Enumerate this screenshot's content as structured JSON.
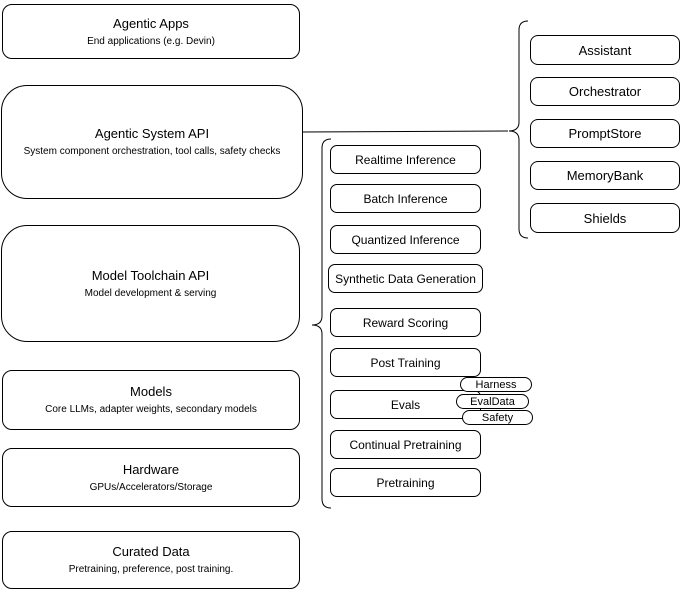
{
  "diagram": {
    "background_color": "#ffffff",
    "stroke_color": "#000000",
    "text_color": "#000000"
  },
  "left_column": [
    {
      "title": "Agentic Apps",
      "subtitle": "End applications (e.g. Devin)"
    },
    {
      "title": "Agentic System API",
      "subtitle": "System component orchestration, tool calls, safety checks"
    },
    {
      "title": "Model Toolchain API",
      "subtitle": "Model development & serving"
    },
    {
      "title": "Models",
      "subtitle": "Core LLMs, adapter weights, secondary models"
    },
    {
      "title": "Hardware",
      "subtitle": "GPUs/Accelerators/Storage"
    },
    {
      "title": "Curated Data",
      "subtitle": "Pretraining, preference, post training."
    }
  ],
  "toolchain_items": [
    "Realtime Inference",
    "Batch Inference",
    "Quantized Inference",
    "Synthetic Data Generation",
    "Reward Scoring",
    "Post Training",
    "Evals",
    "Continual Pretraining",
    "Pretraining"
  ],
  "evals_tags": [
    "Harness",
    "EvalData",
    "Safety"
  ],
  "system_components": [
    "Assistant",
    "Orchestrator",
    "PromptStore",
    "MemoryBank",
    "Shields"
  ]
}
